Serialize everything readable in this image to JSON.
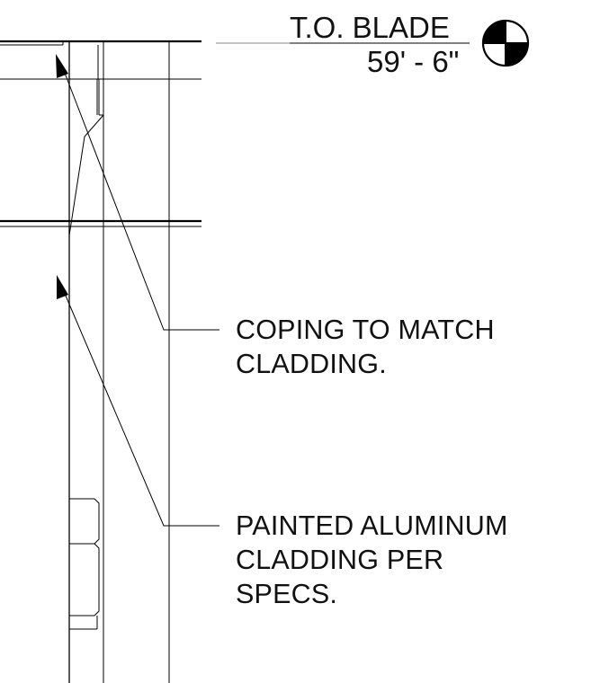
{
  "level_marker": {
    "name": "T.O. BLADE",
    "elevation": "59' - 6\""
  },
  "notes": {
    "coping": {
      "line1": "COPING TO MATCH",
      "line2": "CLADDING."
    },
    "cladding": {
      "line1": "PAINTED ALUMINUM",
      "line2": "CLADDING PER",
      "line3": "SPECS."
    }
  },
  "colors": {
    "line": "#000000",
    "reference_line": "#8a8a8a",
    "background": "#ffffff"
  },
  "icons": {
    "level_marker": "level-datum-target-icon"
  }
}
